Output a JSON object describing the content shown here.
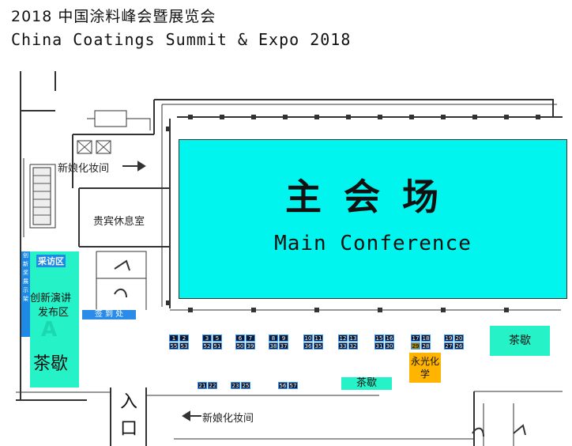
{
  "header": {
    "title_cn": "2018 中国涂料峰会暨展览会",
    "title_en": "China Coatings Summit & Expo 2018"
  },
  "areas": {
    "main_conference_cn": "主会场",
    "main_conference_en": "Main Conference",
    "bridal_room_top": "新娘化妆间",
    "bridal_room_bottom": "新娘化妆间",
    "vip_lounge": "贵宾休息室",
    "interview_area": "采访区",
    "launch_area_line1": "创新演讲",
    "launch_area_line2": "发布区",
    "innovation_award_display": "创新奖展示架",
    "area_letter": "A",
    "tea_break_left": "茶歇",
    "tea_break_right": "茶歇",
    "tea_break_center": "茶歇",
    "check_in": "签 到 处",
    "entrance": "入口",
    "exhibitor_yongguang": "永光化学"
  },
  "booths": {
    "row_top": [
      "1",
      "2",
      "3",
      "5",
      "6",
      "7",
      "8",
      "9",
      "10",
      "11",
      "12",
      "13",
      "15",
      "16",
      "17",
      "18",
      "19",
      "20"
    ],
    "row_mid": [
      "55",
      "53",
      "52",
      "51",
      "50",
      "39",
      "38",
      "37",
      "36",
      "35",
      "33",
      "32",
      "31",
      "30",
      "29",
      "28",
      "27",
      "26"
    ],
    "row_low": [
      "21",
      "22",
      "23",
      "25",
      "56",
      "57"
    ],
    "highlighted": "29"
  },
  "colors": {
    "main_hall": "#00f5ef",
    "tea_break": "#26f2c7",
    "booth": "#0a1a33",
    "booth_border": "#3a9bff",
    "check_in": "#2a8be8",
    "exhibitor_highlight": "#ffb400"
  }
}
